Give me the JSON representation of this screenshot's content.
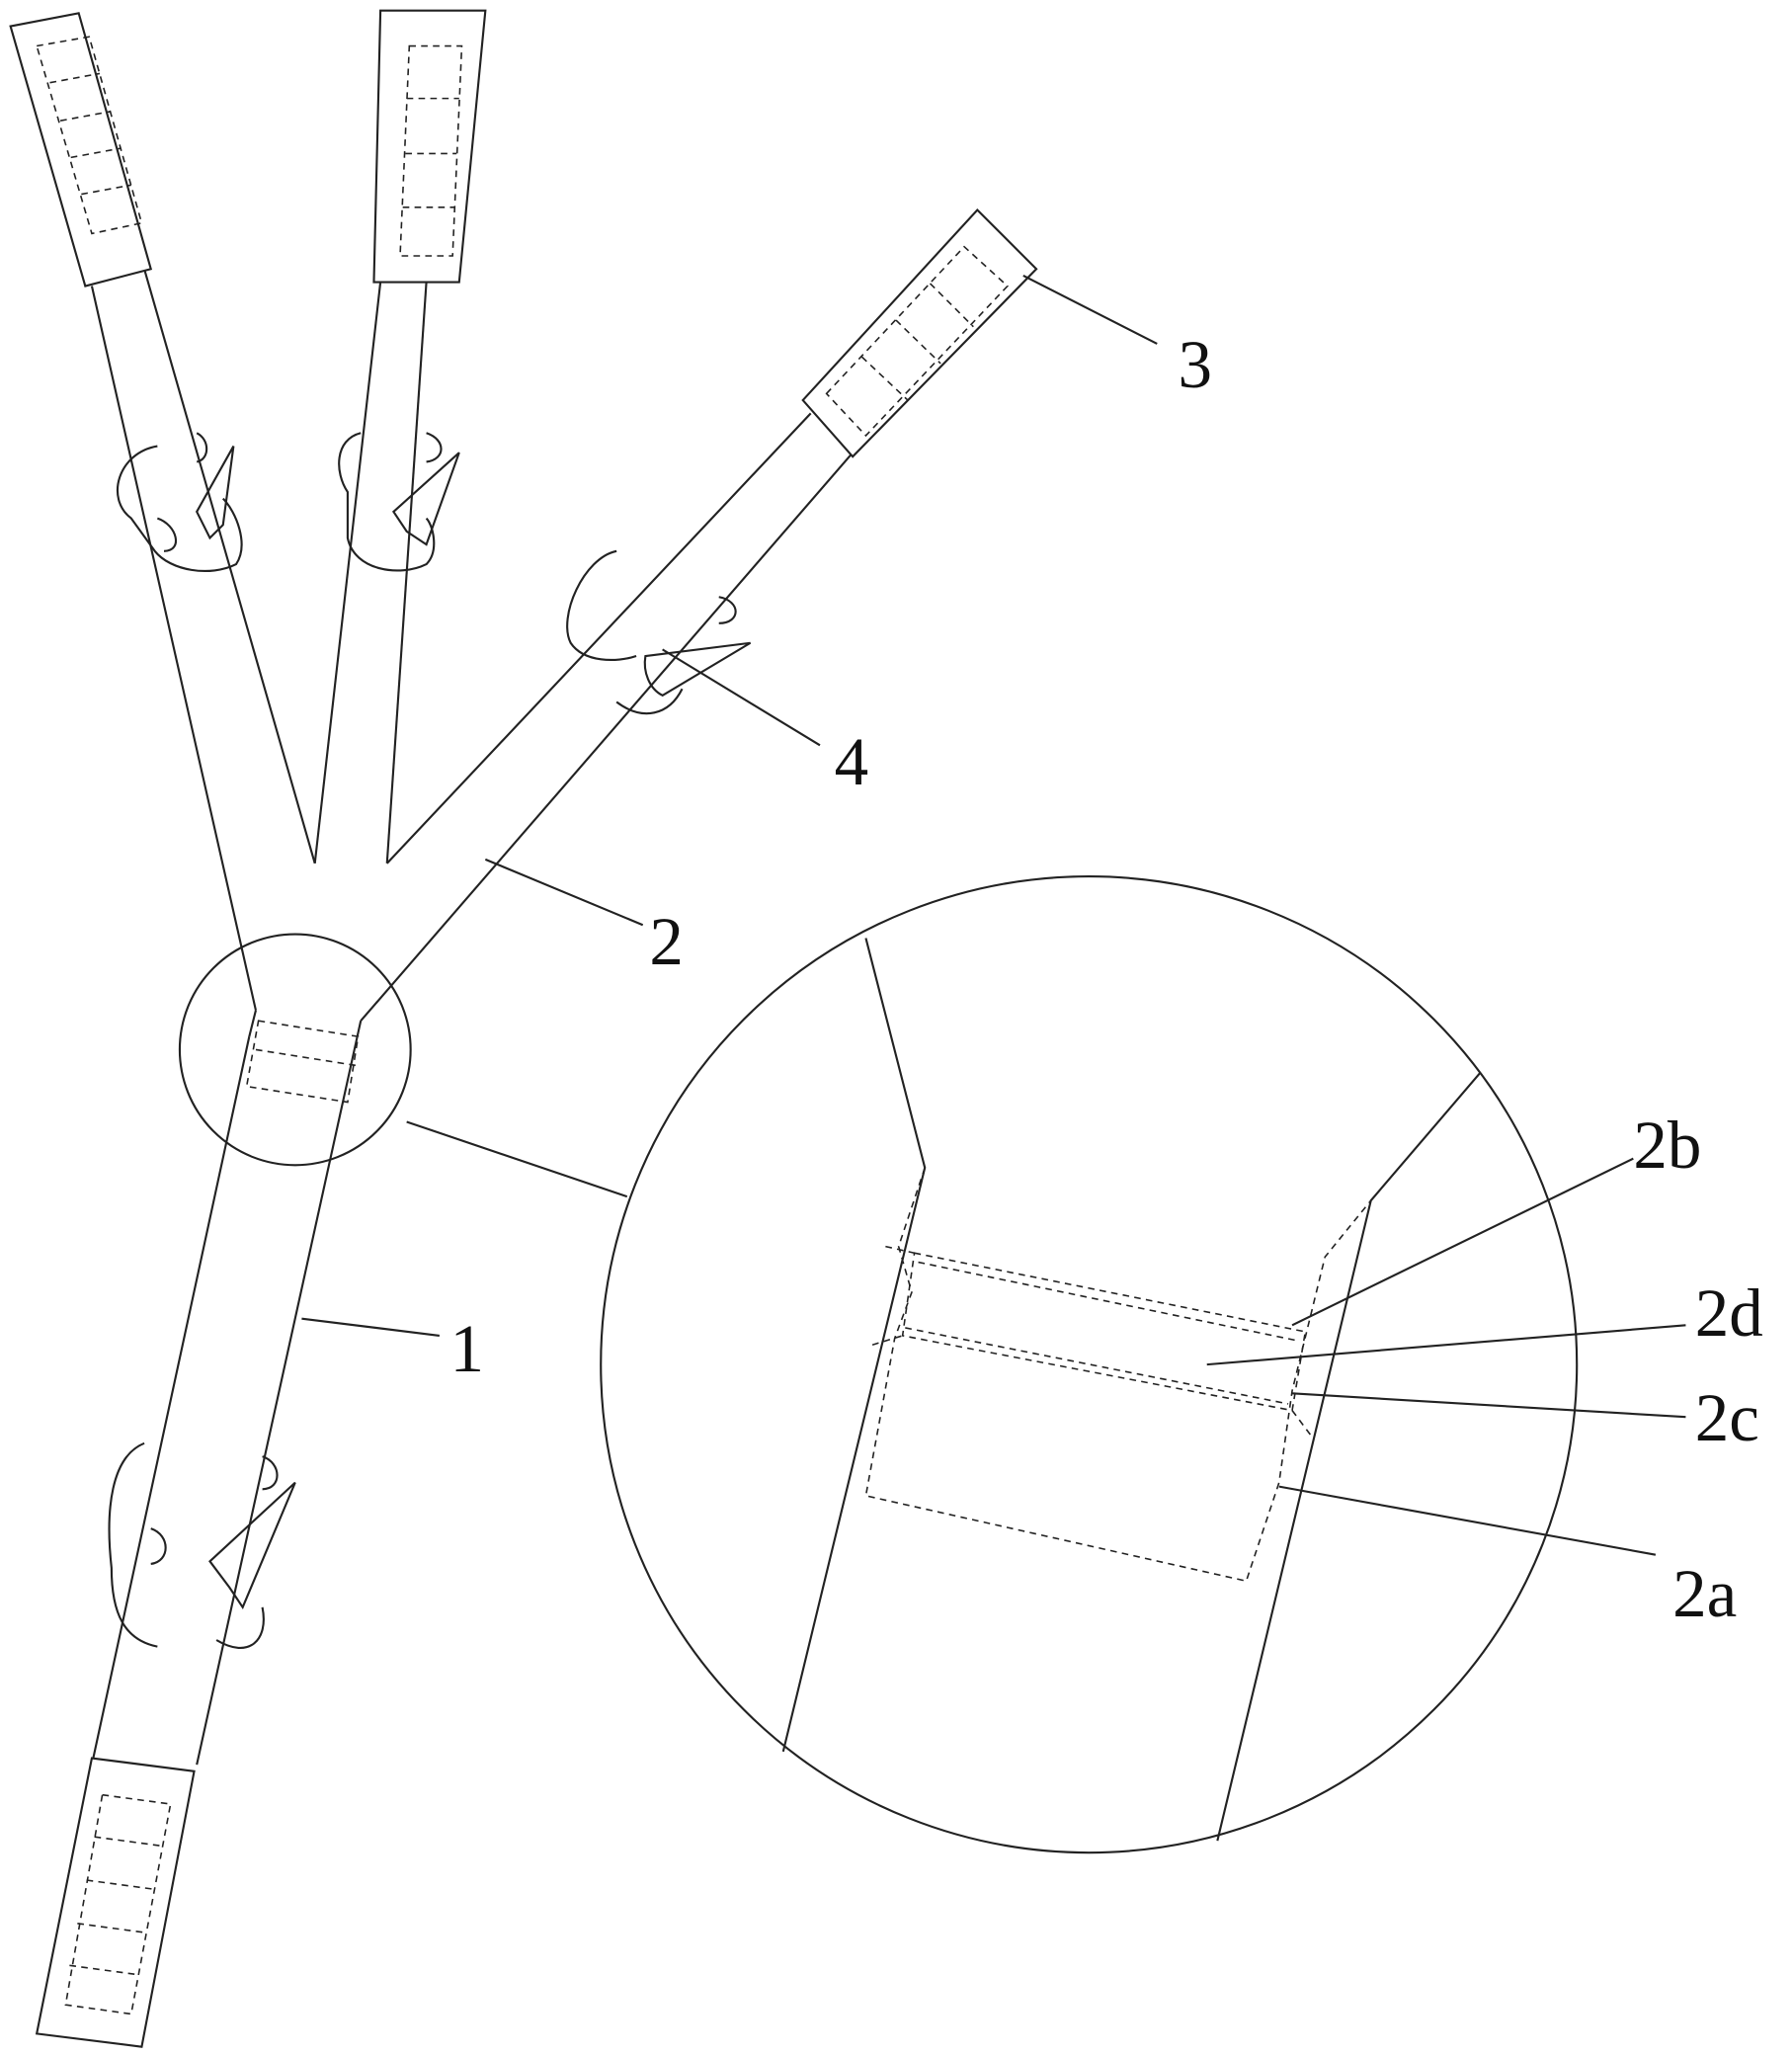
{
  "figure": {
    "labels": {
      "strap_main": "1",
      "strap_branch": "2",
      "pad": "3",
      "buckle": "4",
      "detail_2a": "2a",
      "detail_2b": "2b",
      "detail_2c": "2c",
      "detail_2d": "2d"
    },
    "line_color": "#222222",
    "background": "#ffffff"
  }
}
